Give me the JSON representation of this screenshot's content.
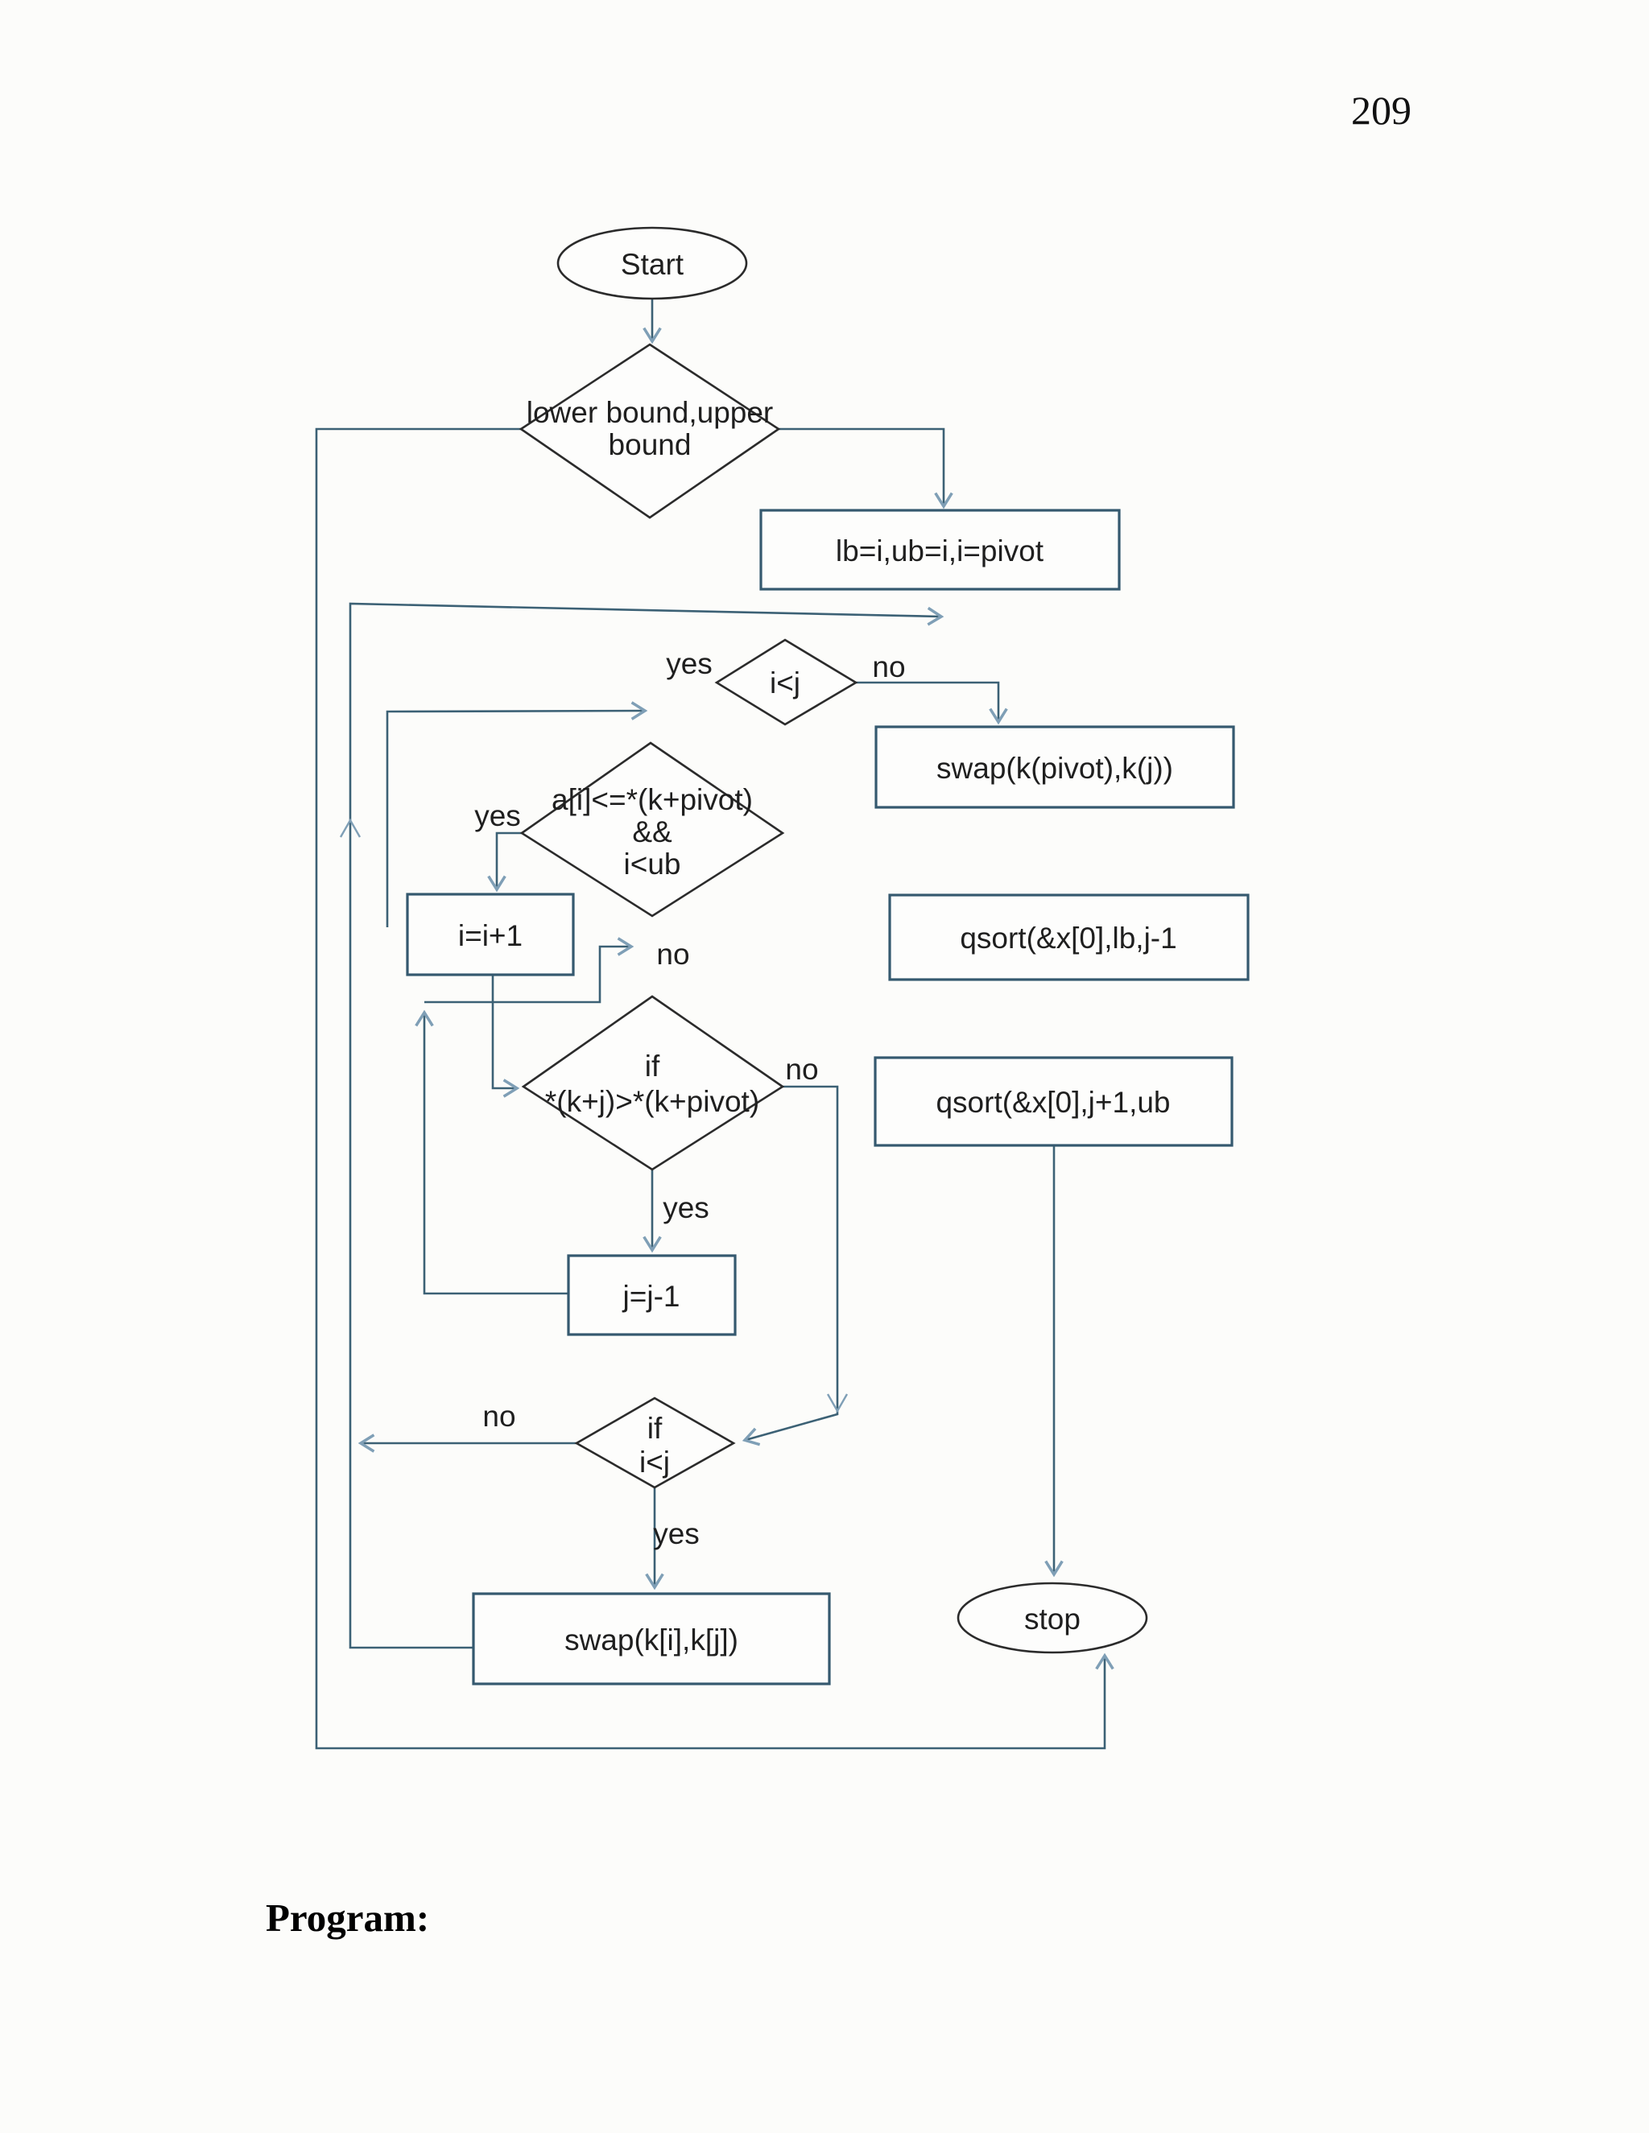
{
  "page": {
    "number": "209",
    "footer_heading": "Program:"
  },
  "flowchart": {
    "title": "quicksort partition flowchart",
    "start": {
      "label": "Start"
    },
    "decision_bounds": {
      "line1": "lower bound,upper",
      "line2": "bound"
    },
    "process_init": {
      "label": "lb=i,ub=i,i=pivot"
    },
    "decision_ij_top": {
      "label": "i<j",
      "yes": "yes",
      "no": "no"
    },
    "process_swap_pivot": {
      "label": "swap(k(pivot),k(j))"
    },
    "decision_scan_i": {
      "line1": "a[i]<=*(k+pivot)",
      "line2": "&&",
      "line3": "i<ub",
      "yes": "yes",
      "no": "no"
    },
    "process_increment": {
      "label": "i=i+1"
    },
    "process_qsort_left": {
      "label": "qsort(&x[0],lb,j-1"
    },
    "decision_scan_j": {
      "line1": "if",
      "line2": "*(k+j)>*(k+pivot)",
      "yes": "yes",
      "no": "no"
    },
    "process_qsort_right": {
      "label": "qsort(&x[0],j+1,ub"
    },
    "process_decrement": {
      "label": "j=j-1"
    },
    "decision_ij_bottom": {
      "line1": "if",
      "line2": "i<j",
      "yes": "yes",
      "no": "no"
    },
    "process_swap_ij": {
      "label": "swap(k[i],k[j])"
    },
    "stop": {
      "label": "stop"
    }
  },
  "colors": {
    "paper": "#fcfcfa",
    "connector": "#3c6175",
    "rect_stroke": "#35596f",
    "terminator_stroke": "#2b2b2b",
    "arrowhead": "#7f9fb6",
    "text": "#1f1f1f"
  }
}
